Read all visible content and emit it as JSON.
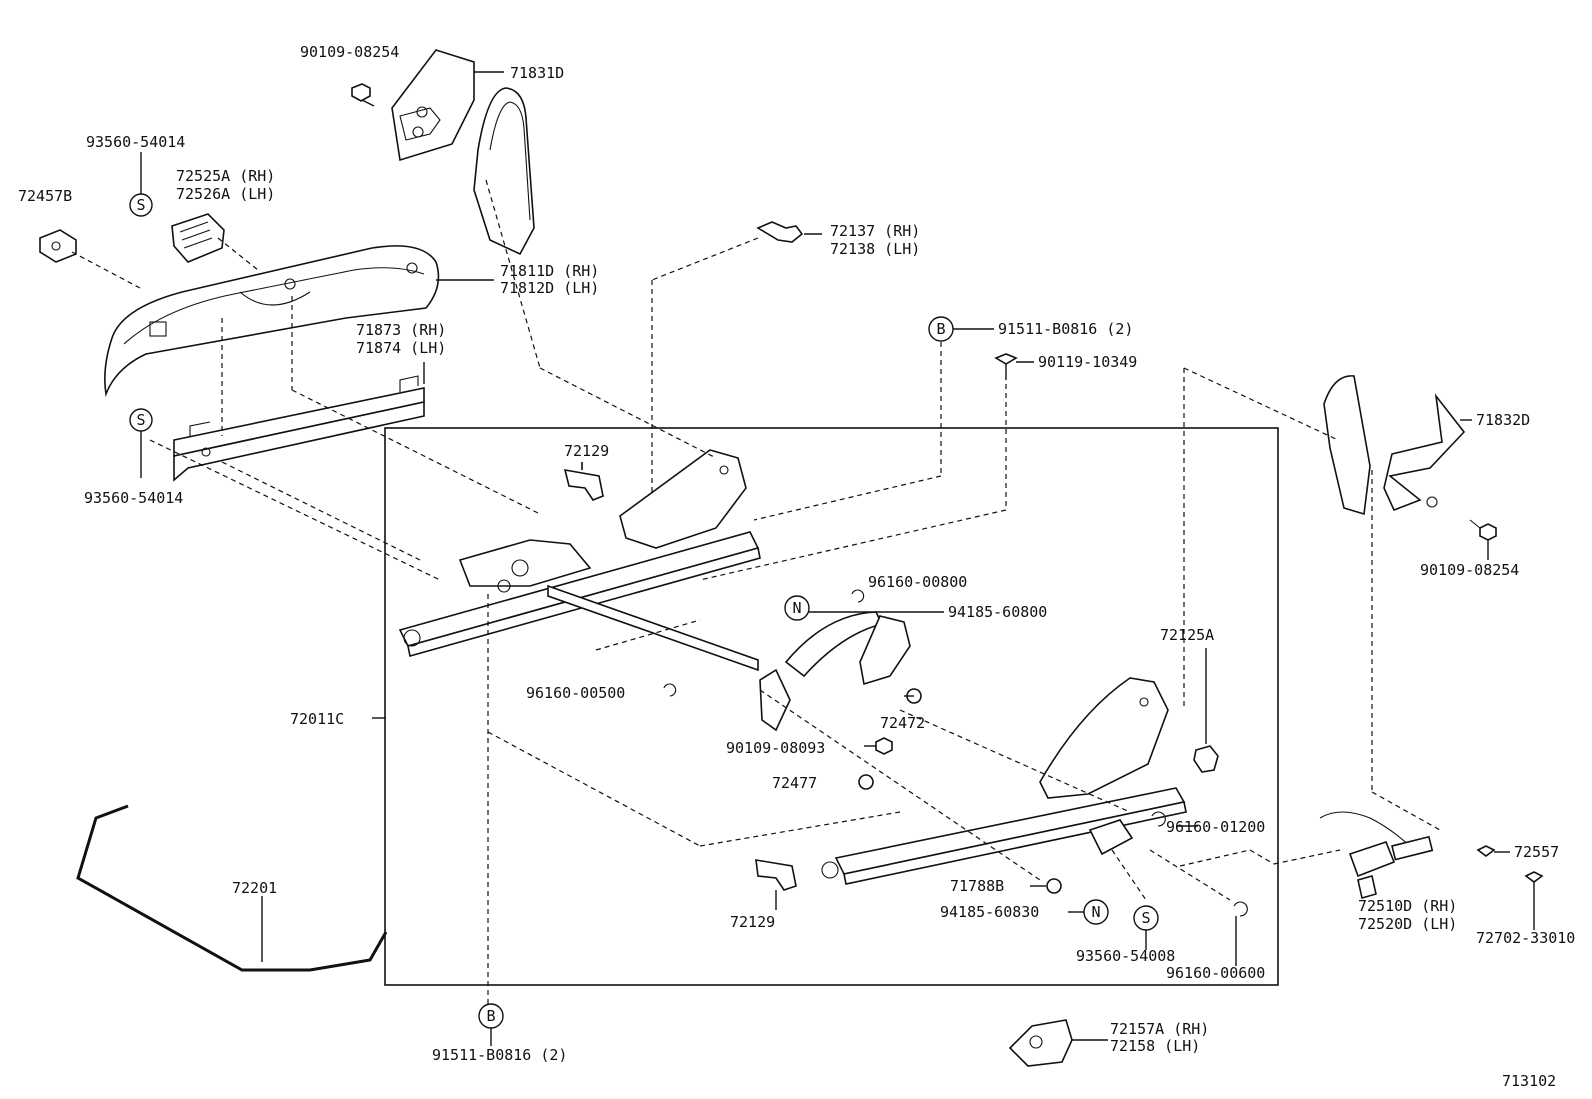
{
  "callouts": {
    "bolt_90109_08254_top": "90109-08254",
    "cover_71831D": "71831D",
    "screw_93560_54014_top": "93560-54014",
    "knob_72525A_rh": "72525A (RH)",
    "knob_72526A_lh": "72526A (LH)",
    "clip_72457B": "72457B",
    "clip_72137_rh": "72137 (RH)",
    "clip_72138_lh": "72138 (LH)",
    "shield_71811D_rh": "71811D (RH)",
    "shield_71812D_lh": "71812D (LH)",
    "plate_71873_rh": "71873 (RH)",
    "plate_71874_lh": "71874 (LH)",
    "bolt_91511_B0816_top": "91511-B0816 (2)",
    "bolt_90119_10349": "90119-10349",
    "cover_71832D": "71832D",
    "screw_93560_54014_bottom": "93560-54014",
    "clip_72129_top": "72129",
    "bolt_90109_08254_right": "90109-08254",
    "ring_96160_00800": "96160-00800",
    "washer_94185_60800": "94185-60800",
    "clip_72125A": "72125A",
    "ring_96160_00500": "96160-00500",
    "adjuster_72011C": "72011C",
    "nut_72472": "72472",
    "bolt_90109_08093": "90109-08093",
    "nut_72477": "72477",
    "ring_96160_01200": "96160-01200",
    "pin_72557": "72557",
    "cable_72510D_rh": "72510D (RH)",
    "cable_72520D_lh": "72520D (LH)",
    "wire_72201": "72201",
    "washer_71788B": "71788B",
    "washer_94185_60830": "94185-60830",
    "clip_72129_bottom": "72129",
    "screw_72702_33010": "72702-33010",
    "screw_93560_54008": "93560-54008",
    "ring_96160_00600": "96160-00600",
    "bolt_91511_B0816_bottom": "91511-B0816 (2)",
    "cover_72157A_rh": "72157A (RH)",
    "cover_72158_lh": "72158  (LH)",
    "diagram_number": "713102"
  },
  "markers": {
    "b_top": "B",
    "b_bottom": "B",
    "n_upper": "N",
    "n_lower": "N",
    "s_top": "S",
    "s_mid": "S",
    "s_lower": "S"
  }
}
